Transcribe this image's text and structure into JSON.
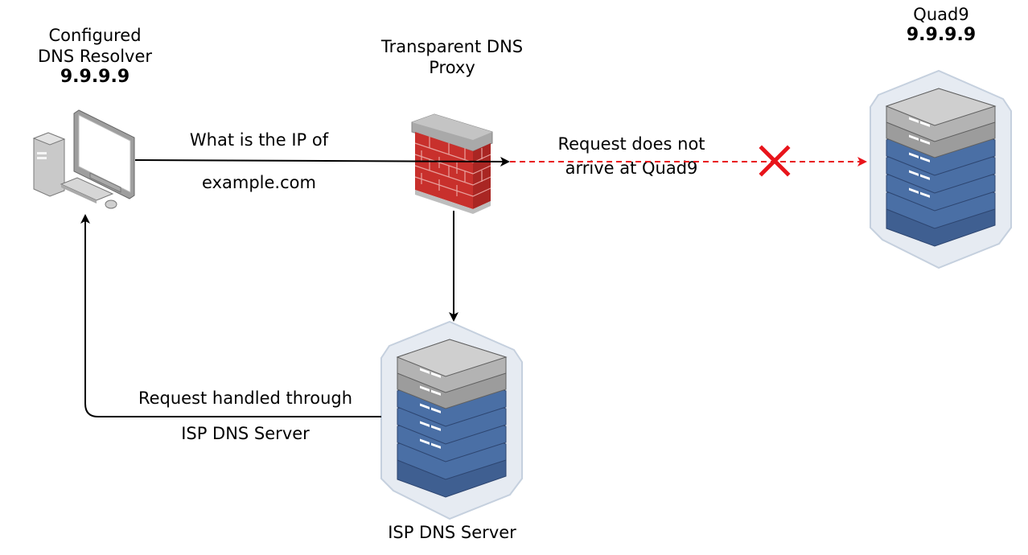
{
  "nodes": {
    "client": {
      "title_lines": [
        "Configured",
        "DNS Resolver"
      ],
      "ip": "9.9.9.9",
      "icon": "desktop-computer-icon"
    },
    "proxy": {
      "title_lines": [
        "Transparent DNS",
        "Proxy"
      ],
      "icon": "firewall-brick-wall-icon"
    },
    "quad9": {
      "title": "Quad9",
      "ip": "9.9.9.9",
      "icon": "server-stack-icon"
    },
    "isp": {
      "title": "ISP DNS Server",
      "icon": "server-stack-icon"
    }
  },
  "edges": {
    "query": {
      "line1": "What is the IP of",
      "line2": "example.com"
    },
    "blocked": {
      "line1": "Request does not",
      "line2": "arrive at Quad9",
      "status_icon": "red-x-icon"
    },
    "handled": {
      "line1": "Request handled through",
      "line2": "ISP DNS Server"
    }
  },
  "colors": {
    "blocked_line": "#e8141b",
    "arrow": "#000000",
    "server_blue": "#4a6fa5",
    "server_gray": "#a9a9a9",
    "brick_red": "#c8302c",
    "halo": "#e6ebf2"
  }
}
